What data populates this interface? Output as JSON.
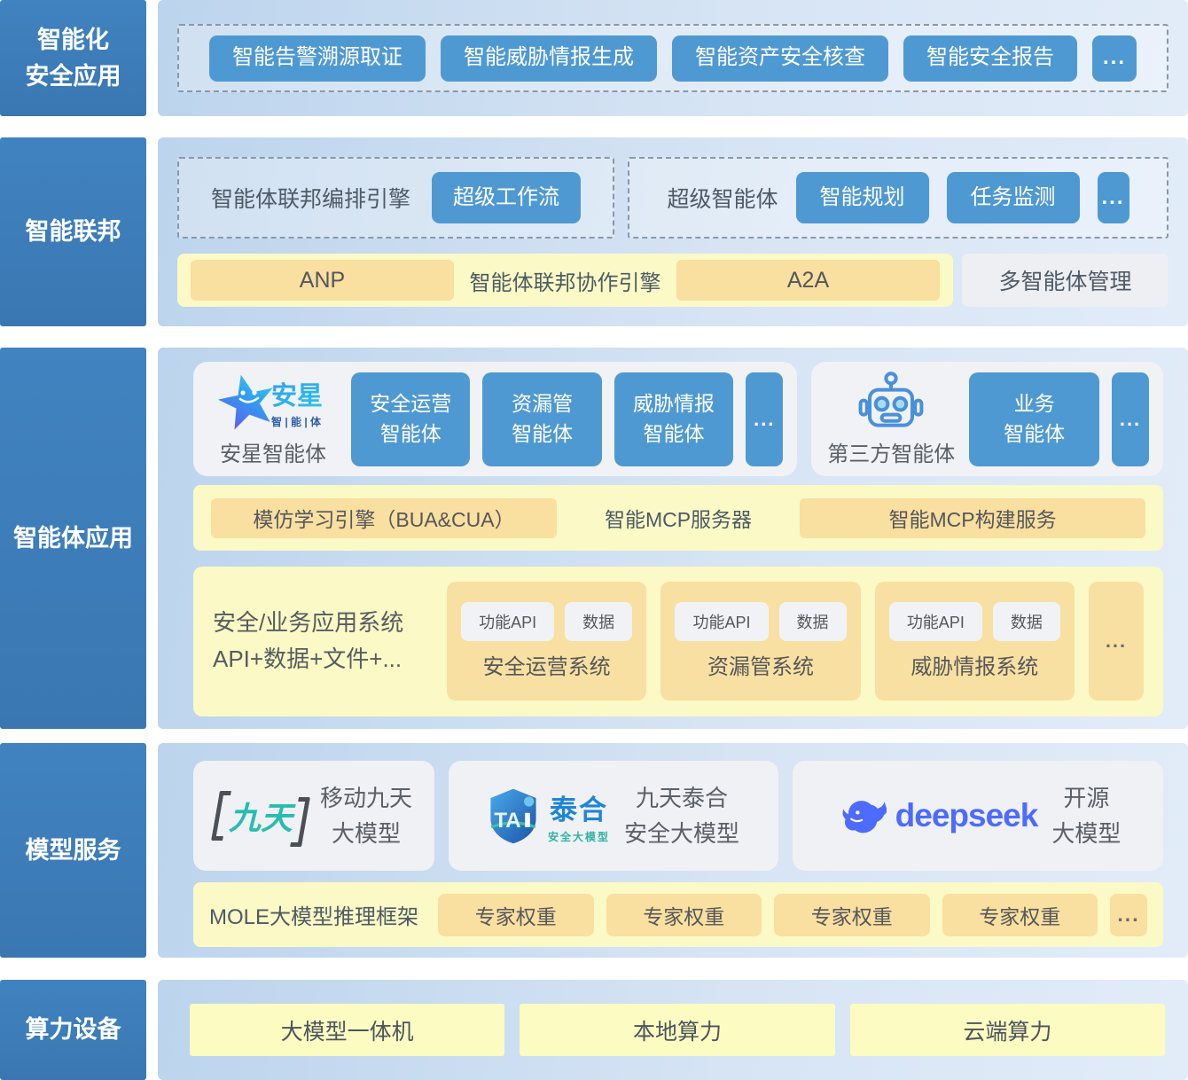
{
  "ellipsis": "...",
  "layer_app": {
    "label": "智能化\n安全应用",
    "items": [
      "智能告警溯源取证",
      "智能威胁情报生成",
      "智能资产安全核查",
      "智能安全报告"
    ]
  },
  "layer_fed": {
    "label": "智能联邦",
    "orchestration_title": "智能体联邦编排引擎",
    "workflow_button": "超级工作流",
    "super_agent_title": "超级智能体",
    "buttons": [
      "智能规划",
      "任务监测"
    ],
    "bus": {
      "anp": "ANP",
      "title": "智能体联邦协作引擎",
      "a2a": "A2A"
    },
    "management": "多智能体管理"
  },
  "layer_agents": {
    "label": "智能体应用",
    "anxing": {
      "logo_main": "安星",
      "logo_sub": "智 | 能 | 体",
      "name": "安星智能体",
      "agents": [
        "安全运营\n智能体",
        "资漏管\n智能体",
        "威胁情报\n智能体"
      ]
    },
    "third_party": {
      "name": "第三方智能体",
      "agents": [
        "业务\n智能体"
      ]
    },
    "mcp": {
      "imitation": "模仿学习引擎（BUA&CUA）",
      "server": "智能MCP服务器",
      "builder": "智能MCP构建服务"
    },
    "systems": {
      "title": "安全/业务应用系统\nAPI+数据+文件+...",
      "chip_api": "功能API",
      "chip_data": "数据",
      "names": [
        "安全运营系统",
        "资漏管系统",
        "威胁情报系统"
      ]
    }
  },
  "layer_models": {
    "label": "模型服务",
    "cards": [
      {
        "logo_text": "九天",
        "text": "移动九天\n大模型"
      },
      {
        "logo_mark": "TA",
        "logo_main": "泰合",
        "logo_sub": "安全大模型",
        "text": "九天泰合\n安全大模型"
      },
      {
        "wordmark": "deepseek",
        "text": "开源\n大模型"
      }
    ],
    "mole": {
      "label": "MOLE大模型推理框架",
      "pill": "专家权重"
    }
  },
  "layer_compute": {
    "label": "算力设备",
    "boxes": [
      "大模型一体机",
      "本地算力",
      "云端算力"
    ]
  },
  "colors": {
    "label_blue": "#3d7db8",
    "button_blue": "#4f99d3",
    "panel_yellow": "#fbf9c5",
    "pill_orange": "#f9dfa0",
    "deepseek_blue": "#4d6bfe"
  }
}
